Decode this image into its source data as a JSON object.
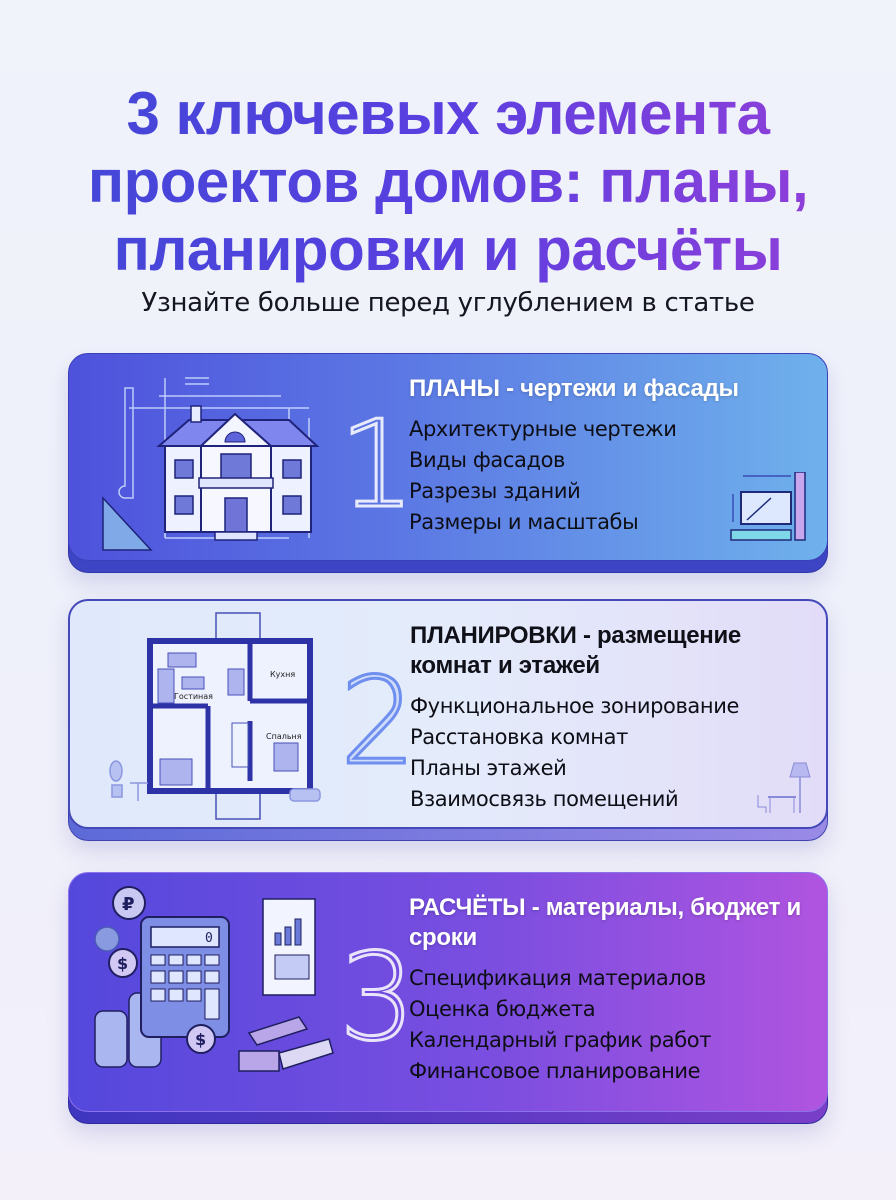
{
  "header": {
    "title_lines": [
      "3 ключевых элемента",
      "проектов домов: планы,",
      "планировки и расчёты"
    ],
    "subtitle": "Узнайте больше перед углублением в статье"
  },
  "colors": {
    "title_gradient_start": "#3f49d6",
    "title_gradient_end": "#9a3fd8",
    "card1_start": "#4e52dc",
    "card1_end": "#6fb1ec",
    "card2_start": "#dfe9fb",
    "card2_end": "#e2dcf8",
    "card3_start": "#5448dc",
    "card3_end": "#b054e0"
  },
  "cards": [
    {
      "number": "1",
      "heading": "ПЛАНЫ - чертежи и фасады",
      "items": [
        "Архитектурные чертежи",
        "Виды фасадов",
        "Разрезы зданий",
        "Размеры и масштабы"
      ],
      "illustration": "house-blueprint-icon",
      "corner_icon": "measure-ruler-icon"
    },
    {
      "number": "2",
      "heading": "ПЛАНИРОВКИ - размещение комнат и этажей",
      "items": [
        "Функциональное зонирование",
        "Расстановка комнат",
        "Планы этажей",
        "Взаимосвязь помещений"
      ],
      "illustration": "floor-plan-icon",
      "room_labels": [
        "Гостиная",
        "Кухня",
        "Спальня"
      ],
      "corner_icon": "desk-lamp-icon"
    },
    {
      "number": "3",
      "heading": "РАСЧЁТЫ - материалы, бюджет и сроки",
      "items": [
        "Спецификация материалов",
        "Оценка бюджета",
        "Календарный график работ",
        "Финансовое планирование"
      ],
      "illustration": "calculator-budget-icon",
      "calculator_display": "0"
    }
  ]
}
